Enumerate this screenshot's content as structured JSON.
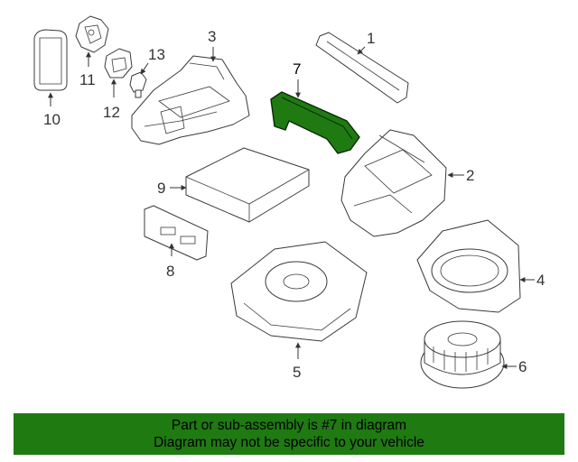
{
  "diagram": {
    "highlight_color": "#1f7a12",
    "highlighted_part": "7",
    "callouts": {
      "p1": "1",
      "p2": "2",
      "p3": "3",
      "p4": "4",
      "p5": "5",
      "p6": "6",
      "p7": "7",
      "p8": "8",
      "p9": "9",
      "p10": "10",
      "p11": "11",
      "p12": "12",
      "p13": "13"
    }
  },
  "banner": {
    "line1": "Part or sub-assembly is #7 in diagram",
    "line2": "Diagram may not be specific to your vehicle",
    "background": "#1f7a12"
  }
}
